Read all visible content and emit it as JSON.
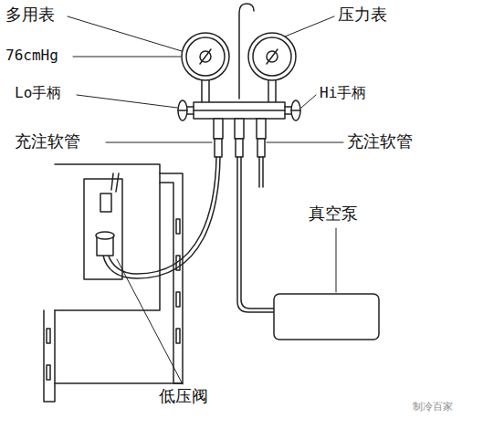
{
  "diagram": {
    "labels": [
      "多用表",
      "76cmHg",
      "Lo手柄",
      "充注软管",
      "压力表",
      "Hi手柄",
      "充注软管",
      "真空泵",
      "低压阀",
      "制冷百家"
    ]
  }
}
